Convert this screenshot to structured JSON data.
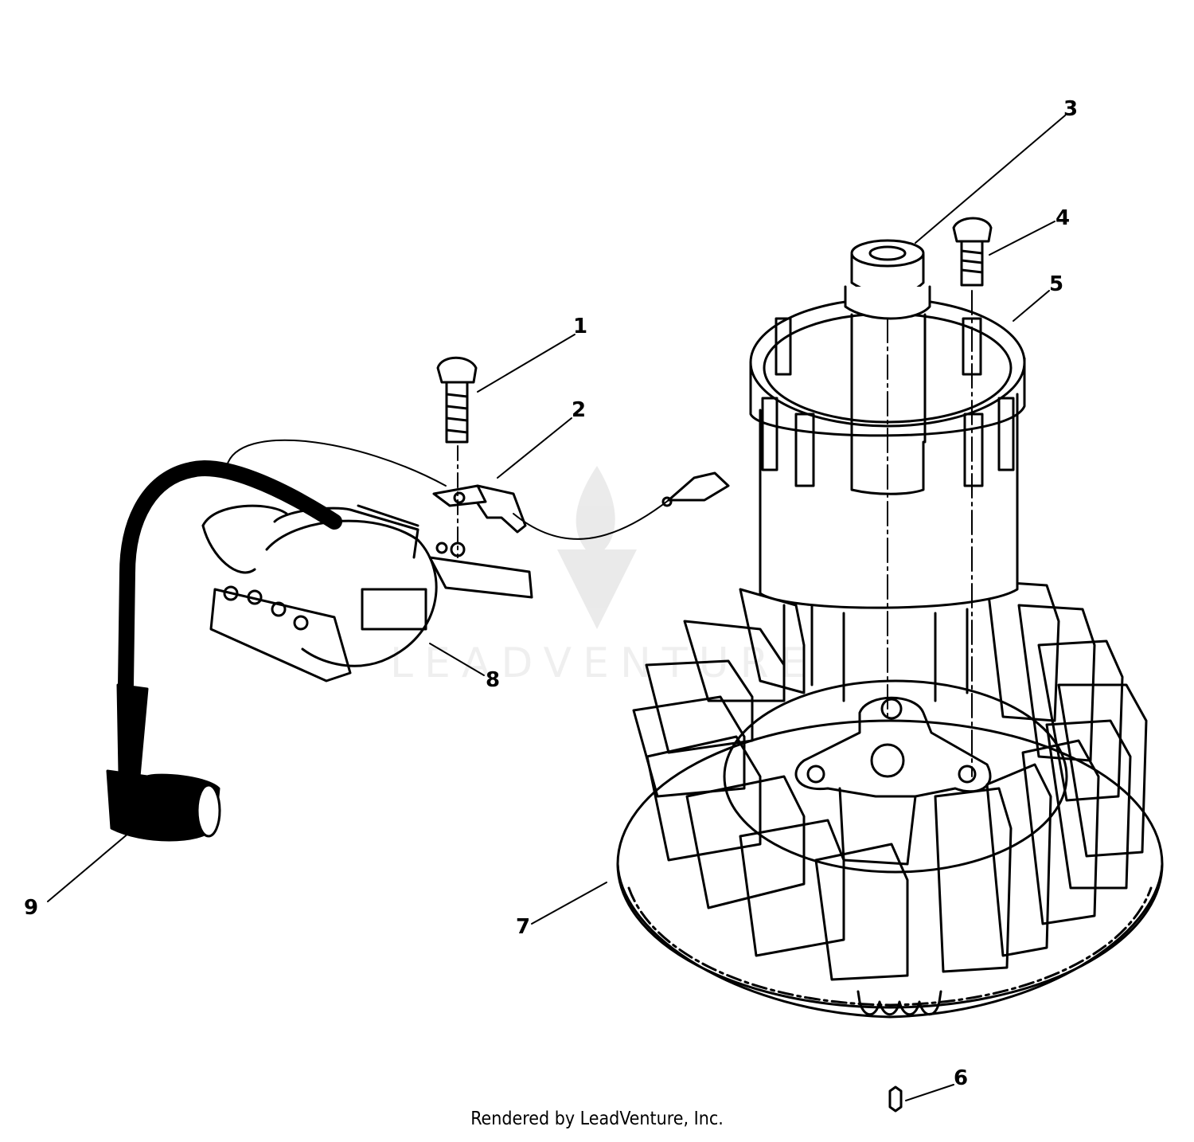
{
  "callouts": [
    {
      "id": "1",
      "label": "1"
    },
    {
      "id": "2",
      "label": "2"
    },
    {
      "id": "3",
      "label": "3"
    },
    {
      "id": "4",
      "label": "4"
    },
    {
      "id": "5",
      "label": "5"
    },
    {
      "id": "6",
      "label": "6"
    },
    {
      "id": "7",
      "label": "7"
    },
    {
      "id": "8",
      "label": "8"
    },
    {
      "id": "9",
      "label": "9"
    }
  ],
  "watermark": {
    "text": "LEADVENTURE"
  },
  "footer": {
    "text": "Rendered by LeadVenture, Inc."
  },
  "colors": {
    "ink": "#000000",
    "background": "#ffffff",
    "watermark": "#e6e6e6"
  }
}
